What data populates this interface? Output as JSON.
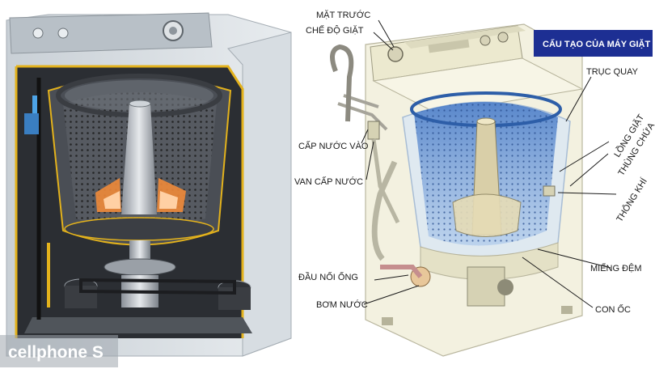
{
  "title": "CẤU TẠO CỦA MÁY GIẶT",
  "labels": {
    "mat_truoc": "MẶT TRƯỚC",
    "che_do_giat": "CHẾ ĐỘ GIẶT",
    "truc_quay": "TRỤC QUAY",
    "long_giat": "LỒNG GIẶT",
    "thung_chua": "THÙNG CHỨA",
    "thong_khi": "THÔNG KHÍ",
    "cap_nuoc_vao": "CẤP NƯỚC VÀO",
    "van_cap_nuoc": "VAN CẤP NƯỚC",
    "mieng_dem": "MIẾNG ĐỆM",
    "dau_noi_ong": "ĐẦU NỐI ỐNG",
    "bom_nuoc": "BƠM NƯỚC",
    "con_oc": "CON ỐC"
  },
  "watermark": "cellphone S",
  "colors": {
    "title_bg": "#1d2f93",
    "tub_blue": "#6f9fd8",
    "frame_yellow": "#e3b21c",
    "flame_orange": "#f08a3a"
  }
}
